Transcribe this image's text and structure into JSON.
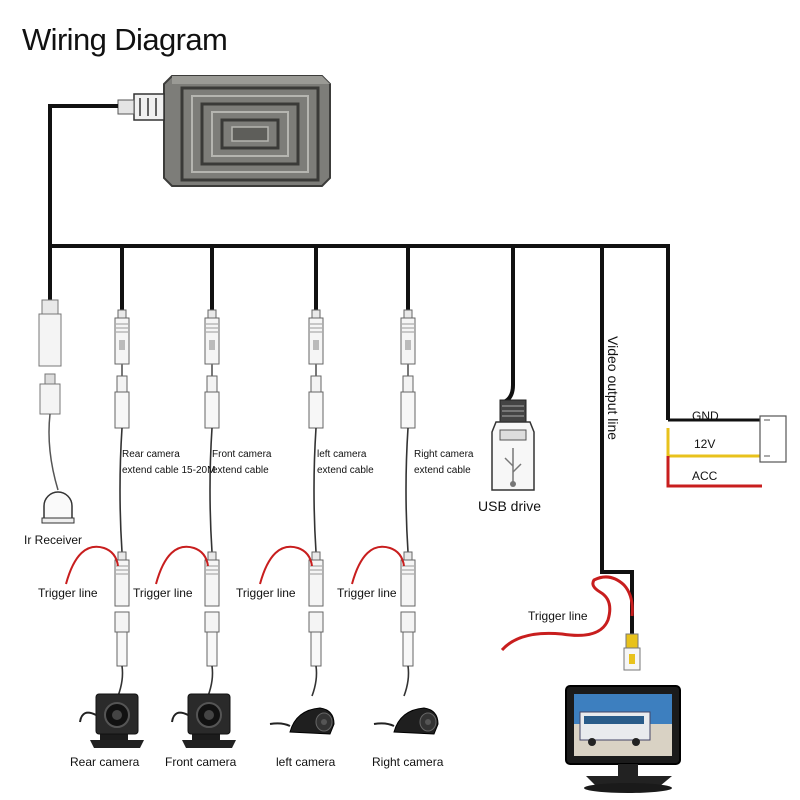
{
  "title": "Wiring Diagram",
  "ir_receiver_label": "Ir Receiver",
  "extend_cables": [
    {
      "line1": "Rear camera",
      "line2": "extend cable 15-20M"
    },
    {
      "line1": "Front camera",
      "line2": "extend cable"
    },
    {
      "line1": "left camera",
      "line2": "extend cable"
    },
    {
      "line1": "Right camera",
      "line2": "extend cable"
    }
  ],
  "trigger_labels": [
    "Trigger line",
    "Trigger line",
    "Trigger line",
    "Trigger line"
  ],
  "monitor_trigger_label": "Trigger line",
  "usb_label": "USB drive",
  "video_output_label": "Video output line",
  "power": {
    "gnd": "GND",
    "v12": "12V",
    "acc": "ACC"
  },
  "cameras": [
    "Rear camera",
    "Front camera",
    "left camera",
    "Right camera"
  ],
  "colors": {
    "wire": "#111111",
    "trigger": "#c81e1e",
    "acc": "#c81e1e",
    "v12": "#e8c21c",
    "rca_yellow": "#e8c21c"
  }
}
